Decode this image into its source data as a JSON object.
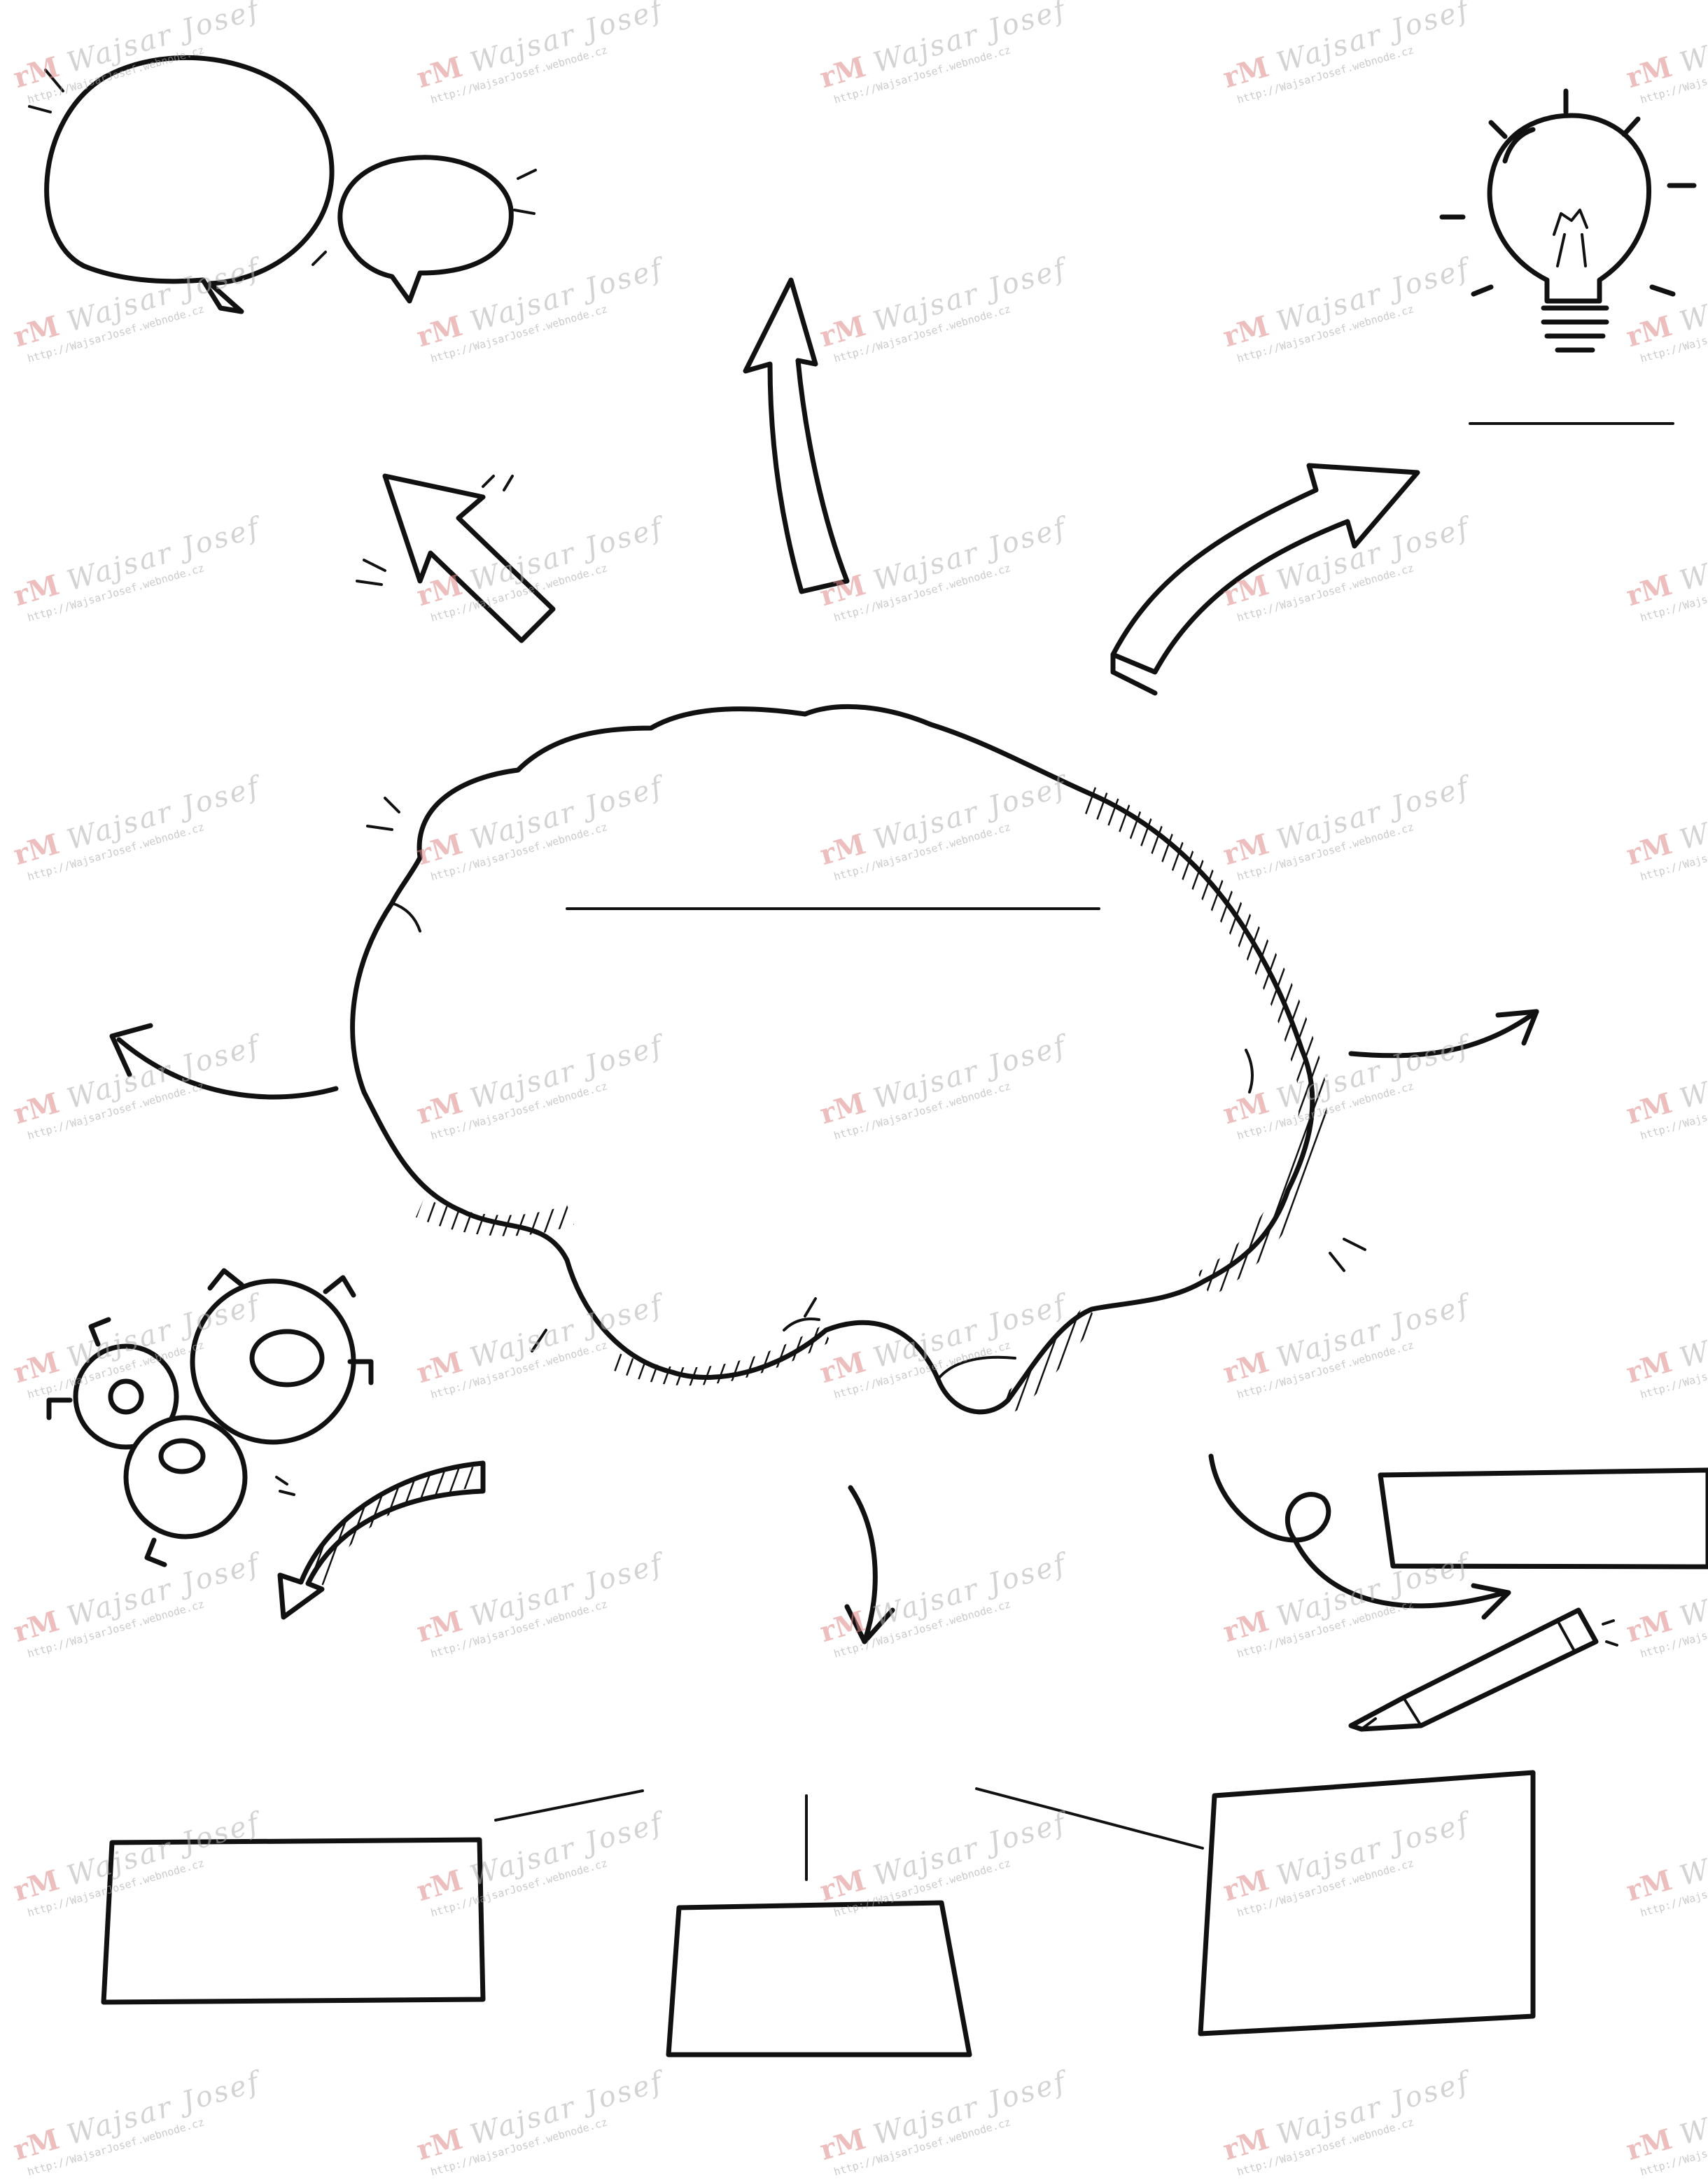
{
  "watermark": {
    "logo": "rM",
    "name": "Wajsar Josef",
    "url": "http://WajsarJosef.webnode.cz"
  },
  "icons": [
    "speech-bubbles-icon",
    "light-bulb-icon",
    "gears-icon",
    "pencil-icon",
    "brain-icon"
  ]
}
